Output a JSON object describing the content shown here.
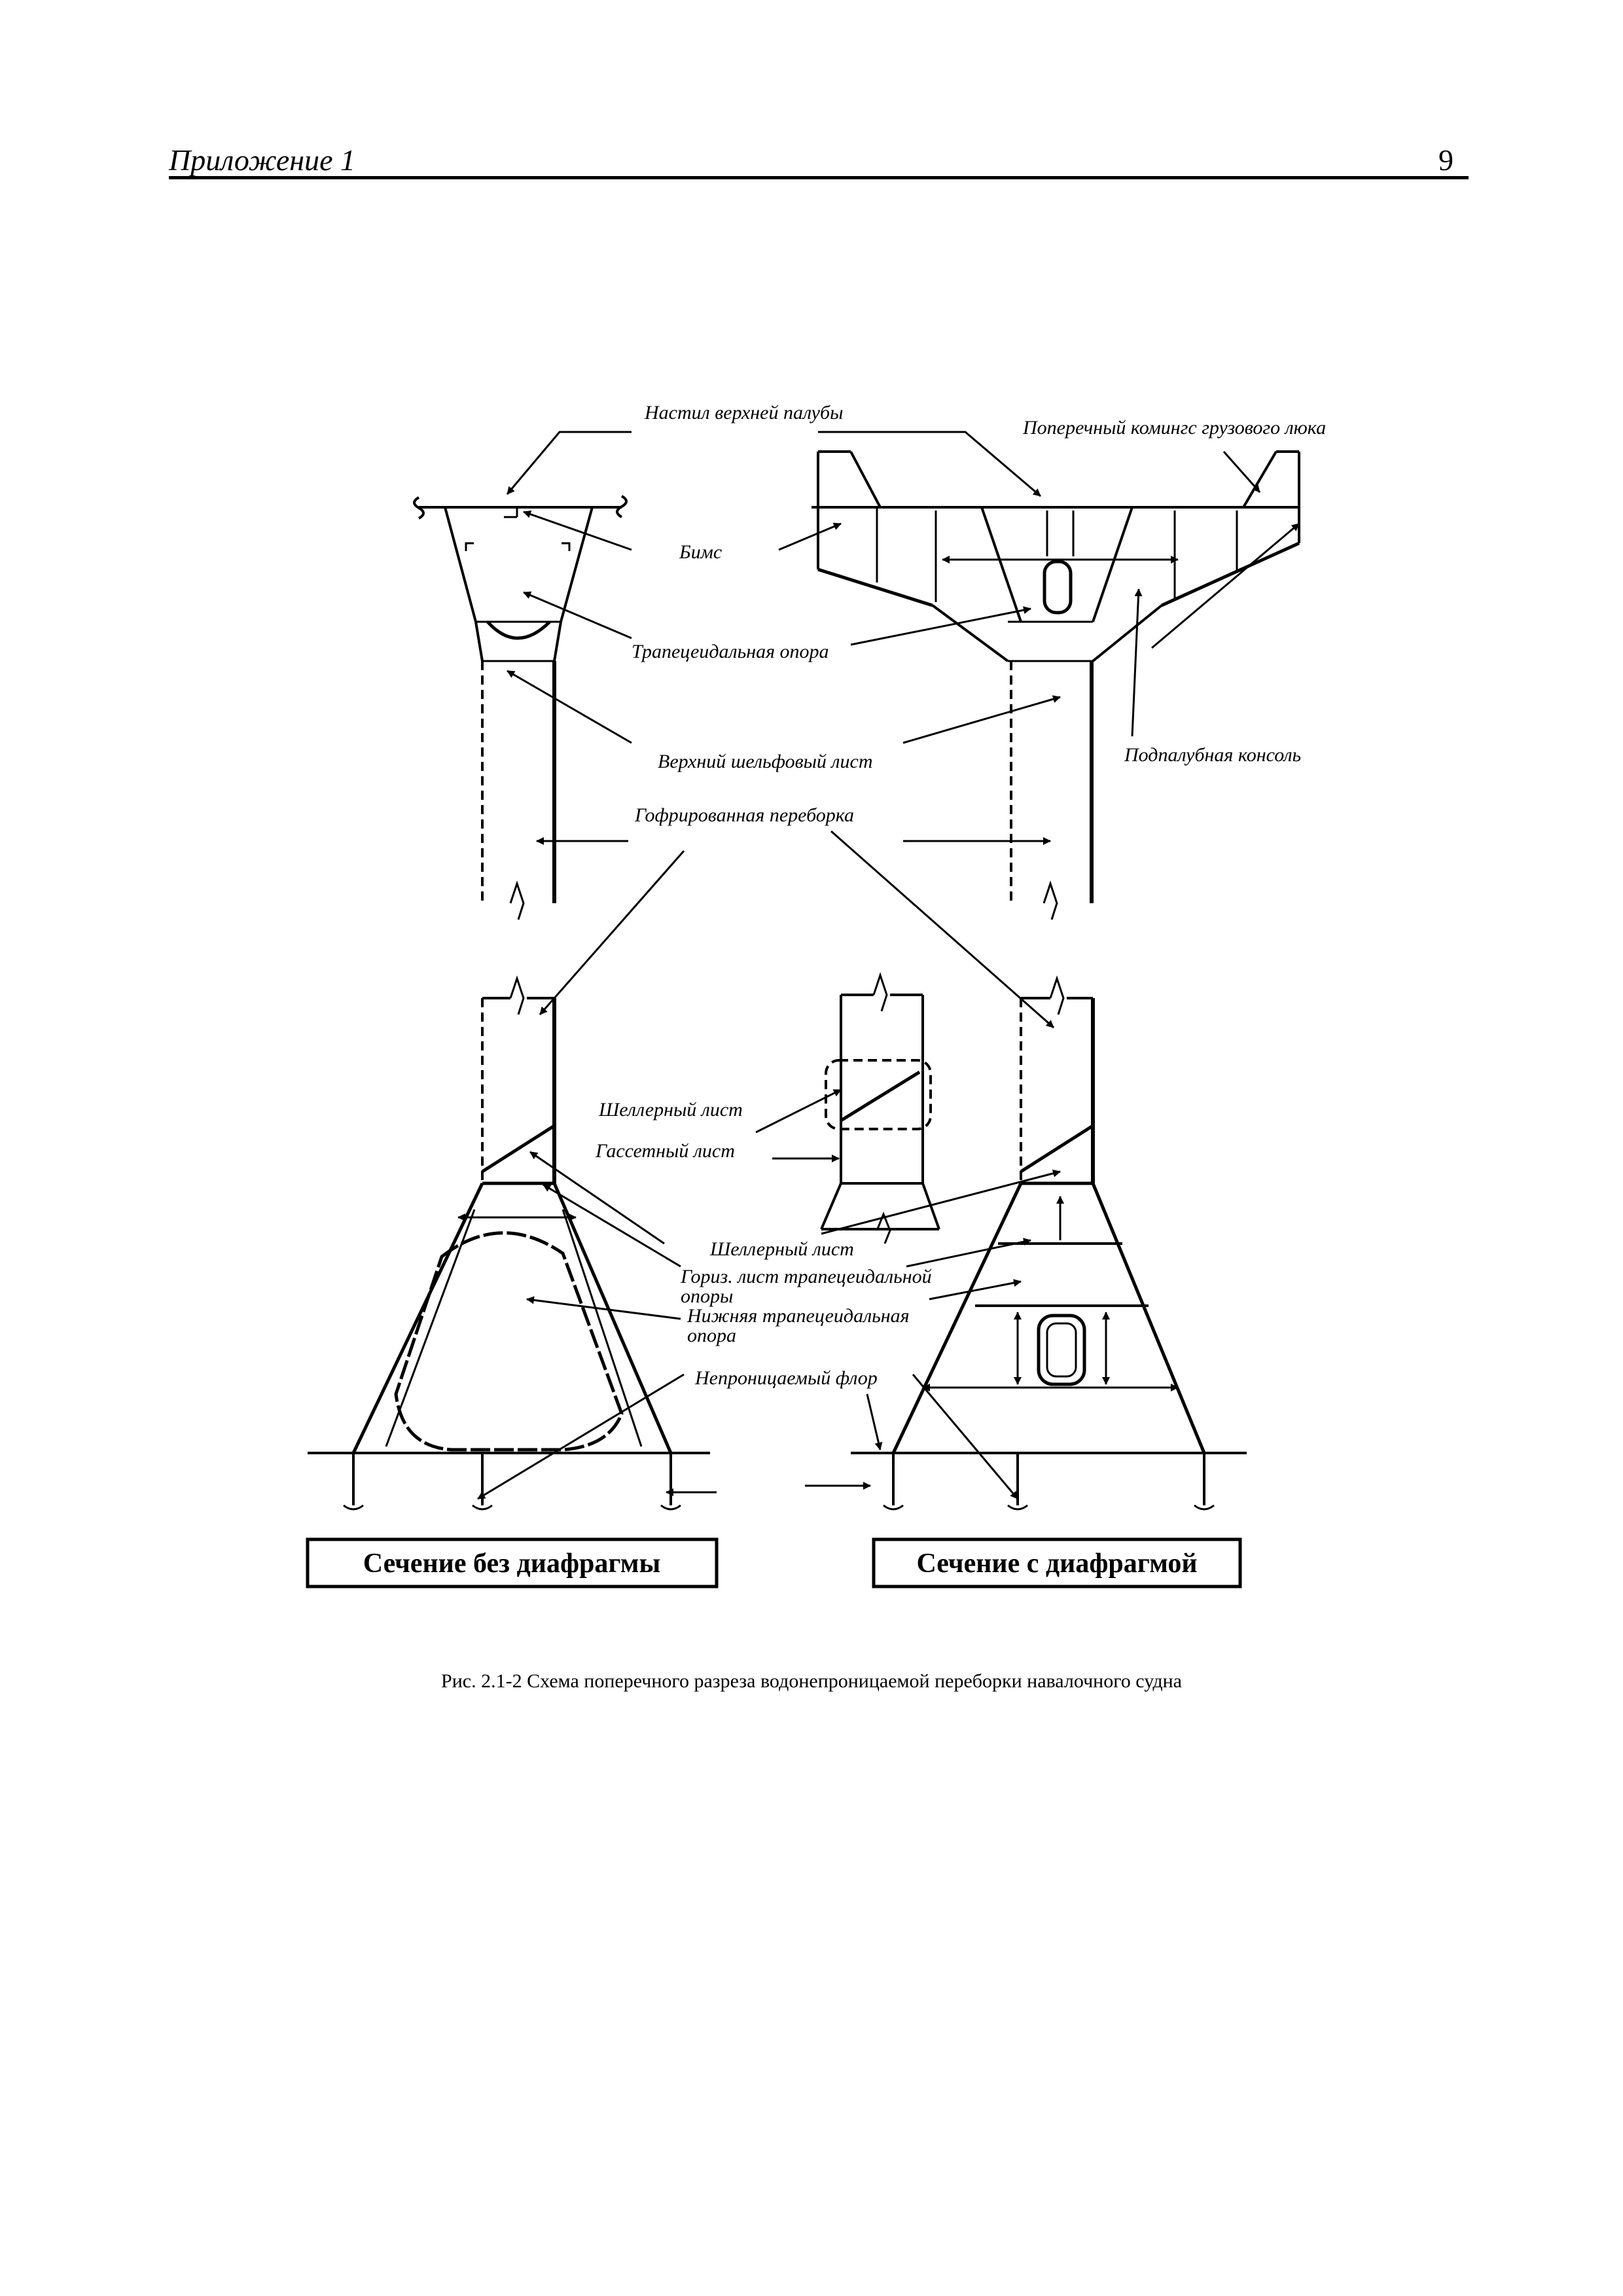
{
  "header": {
    "section_title": "Приложение 1",
    "page_number": "9"
  },
  "labels": {
    "upper_deck_plating": "Настил верхней палубы",
    "hatch_coaming": "Поперечный комингс грузового люка",
    "beam": "Бимс",
    "trapezoidal_support": "Трапецеидальная опора",
    "upper_shelf_plate": "Верхний шельфовый лист",
    "underdeck_bracket": "Подпалубная консоль",
    "corrugated_bulkhead": "Гофрированная переборка",
    "shedder_plate_1": "Шеллерный лист",
    "gusset_plate": "Гассетный лист",
    "shedder_plate_2": "Шеллерный лист",
    "horiz_plate_line1": "Гориз. лист трапецеидальной",
    "horiz_plate_line2": "опоры",
    "lower_support_line1": "Нижняя трапецеидальная",
    "lower_support_line2": "опора",
    "watertight_floor": "Непроницаемый флор"
  },
  "sections": {
    "without_diaphragm": "Сечение без диафрагмы",
    "with_diaphragm": "Сечение с диафрагмой"
  },
  "caption": "Рис. 2.1-2 Схема поперечного разреза водонепроницаемой переборки навалочного судна"
}
